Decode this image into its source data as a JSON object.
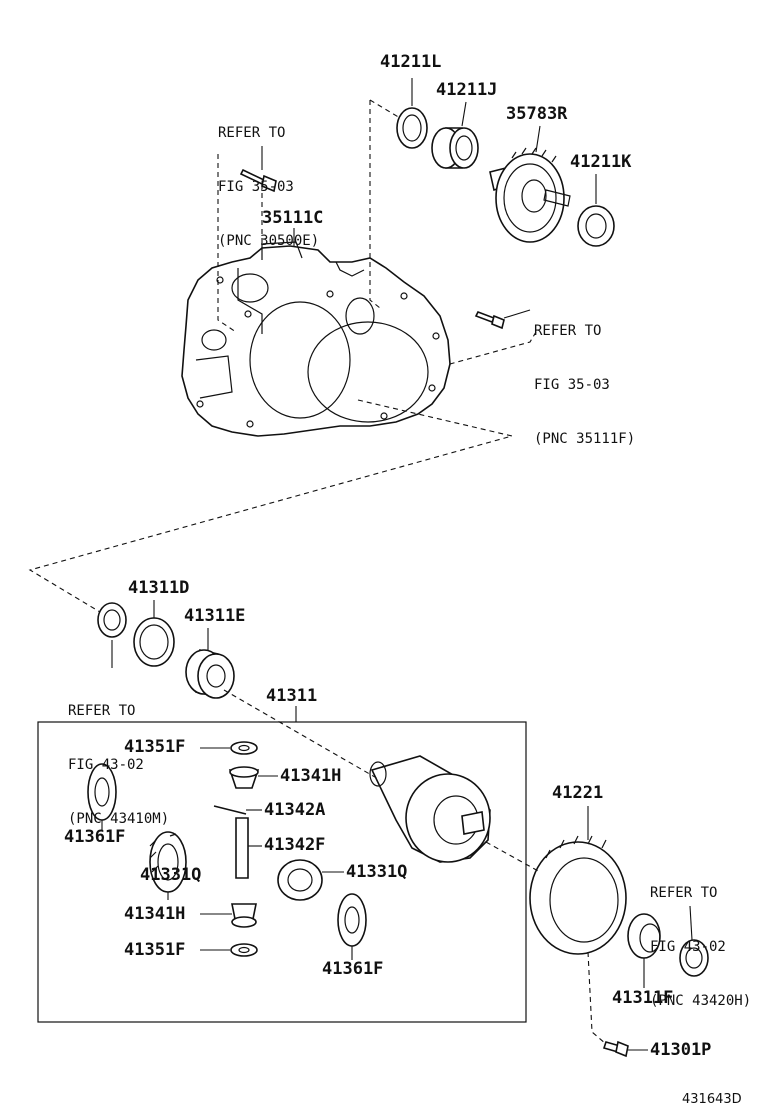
{
  "labels": {
    "p41211L": "41211L",
    "p41211J": "41211J",
    "p35783R": "35783R",
    "p41211K": "41211K",
    "p35111C": "35111C",
    "p41311D": "41311D",
    "p41311E": "41311E",
    "p41311": "41311",
    "p41351F_top": "41351F",
    "p41341H_top": "41341H",
    "p41342A": "41342A",
    "p41342F": "41342F",
    "p41361F_left": "41361F",
    "p41331Q_left": "41331Q",
    "p41331Q_right": "41331Q",
    "p41341H_bottom": "41341H",
    "p41351F_bottom": "41351F",
    "p41361F_right": "41361F",
    "p41221": "41221",
    "p41311F": "41311F",
    "p41301P": "41301P"
  },
  "refs": {
    "ref1": {
      "line1": "REFER TO",
      "line2": "FIG 35-03",
      "line3": "(PNC 30500E)"
    },
    "ref2": {
      "line1": "REFER TO",
      "line2": "FIG 35-03",
      "line3": "(PNC 35111F)"
    },
    "ref3": {
      "line1": "REFER TO",
      "line2": "FIG 43-02",
      "line3": "(PNC 43410M)"
    },
    "ref4": {
      "line1": "REFER TO",
      "line2": "FIG 43-02",
      "line3": "(PNC 43420H)"
    }
  },
  "figure_number": "431643D"
}
